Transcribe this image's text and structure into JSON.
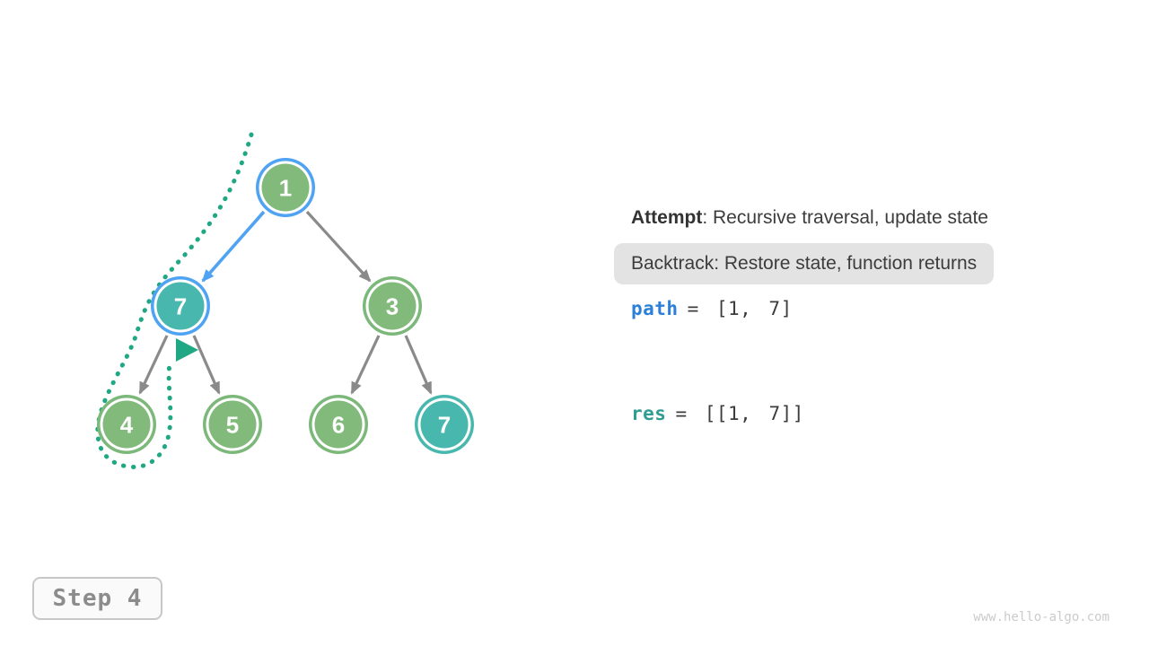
{
  "panel": {
    "attempt": {
      "label": "Attempt",
      "text": ": Recursive traversal, update state"
    },
    "backtrack": {
      "label": "Backtrack",
      "text": ": Restore state, function returns"
    },
    "path": {
      "name": "path",
      "rest": "= [1, 7]"
    },
    "res": {
      "name": "res",
      "rest": "= [[1, 7]]"
    }
  },
  "tree": {
    "nodes": [
      {
        "value": "1",
        "state": "green-blue"
      },
      {
        "value": "7",
        "state": "teal-blue"
      },
      {
        "value": "3",
        "state": "green-green"
      },
      {
        "value": "4",
        "state": "green-green"
      },
      {
        "value": "5",
        "state": "green-green"
      },
      {
        "value": "6",
        "state": "green-green"
      },
      {
        "value": "7",
        "state": "teal-teal"
      }
    ],
    "edges": [
      {
        "from": "1",
        "to": "7",
        "style": "active-blue"
      },
      {
        "from": "1",
        "to": "3",
        "style": "normal"
      },
      {
        "from": "7",
        "to": "4",
        "style": "normal"
      },
      {
        "from": "7",
        "to": "5",
        "style": "normal"
      },
      {
        "from": "3",
        "to": "6",
        "style": "normal"
      },
      {
        "from": "3",
        "to": "7",
        "style": "normal"
      }
    ]
  },
  "step_box": {
    "label": "Step 4"
  },
  "watermark": "www.hello-algo.com",
  "colors": {
    "node-green": "#82BA7C",
    "node-teal": "#48B8AE",
    "ring-green": "#7CB87A",
    "ring-teal": "#48B8AE",
    "accent-blue": "#4FA3F2",
    "arrow-gray": "#8A8A8A",
    "trail-teal": "#20A884",
    "text-dark": "#3C3C3C",
    "code-blue": "#2B7FD8",
    "code-teal": "#2F9D92",
    "highlight-bg": "#E3E3E3",
    "muted-gray": "#8C8C8C",
    "watermark-gray": "#CBCBCB"
  }
}
